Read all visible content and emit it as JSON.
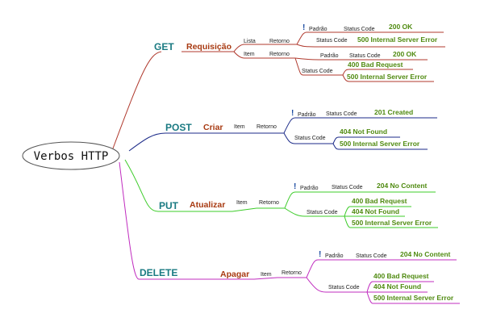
{
  "root": "Verbos HTTP",
  "labels": {
    "lista": "Lista",
    "item": "Item",
    "retorno": "Retorno",
    "padrao": "Padrão",
    "status_code": "Status Code",
    "excl": "!"
  },
  "colors": {
    "get": "#b03a2e",
    "post": "#1b2a88",
    "put": "#3dcc2a",
    "delete": "#c02cbf",
    "verb_text": "#1a7a82",
    "action_text": "#a83a12",
    "code_text": "#4f8a10"
  },
  "get": {
    "verb": "GET",
    "action": "Requisição",
    "lista": {
      "padrao_code": "200 OK",
      "error_code": "500 Internal Server Error"
    },
    "item": {
      "padrao_code": "200 OK",
      "codes": [
        "400 Bad Request",
        "500 Internal Server Error"
      ]
    }
  },
  "post": {
    "verb": "POST",
    "action": "Criar",
    "padrao_code": "201 Created",
    "codes": [
      "404 Not Found",
      "500 Internal Server Error"
    ]
  },
  "put": {
    "verb": "PUT",
    "action": "Atualizar",
    "padrao_code": "204 No Content",
    "codes": [
      "400 Bad Request",
      "404 Not Found",
      "500 Internal Server Error"
    ]
  },
  "delete": {
    "verb": "DELETE",
    "action": "Apagar",
    "padrao_code": "204 No Content",
    "codes": [
      "400 Bad Request",
      "404 Not Found",
      "500 Internal Server Error"
    ]
  }
}
